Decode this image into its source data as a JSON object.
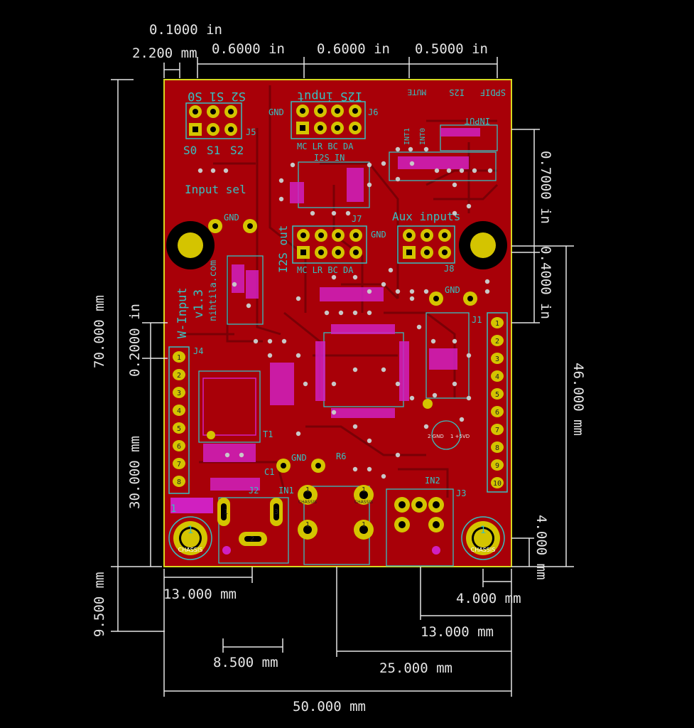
{
  "colors": {
    "background": "#000000",
    "board": "#a80008",
    "board_edge": "#d8d820",
    "pad": "#d4c400",
    "silk": "#38c0c0",
    "dim": "#e6e6e6",
    "via": "#c0c0c0",
    "pink": "#d020c0"
  },
  "dimensions": {
    "top_0_1": "0.1000 in",
    "top_2_2": "2.200 mm",
    "top_0_6a": "0.6000 in",
    "top_0_6b": "0.6000 in",
    "top_0_5": "0.5000 in",
    "left_70": "70.000 mm",
    "left_0_2": "0.2000 in",
    "left_30": "30.000 mm",
    "left_9_5": "9.500 mm",
    "right_0_7": "0.7000 in",
    "right_0_4": "0.4000 in",
    "right_46": "46.000 mm",
    "right_4": "4.000 mm",
    "bottom_13a": "13.000 mm",
    "bottom_4": "4.000 mm",
    "bottom_13b": "13.000 mm",
    "bottom_8_5": "8.500 mm",
    "bottom_25": "25.000 mm",
    "bottom_50": "50.000 mm"
  },
  "silkscreen": {
    "s2s1s0_mirror": "S2 S1 S0",
    "i2s_input_mirror": "I2S input",
    "mute_mirror": "MUTE",
    "i2s_mirror": "I2S",
    "spdif_mirror": "SPDIF",
    "input_mirror": "INPUT",
    "gnd_top": "GND",
    "j5": "J5",
    "j6": "J6",
    "int1": "INT1",
    "int0": "INT0",
    "s0": "S0",
    "s1": "S1",
    "s2": "S2",
    "j6_pins": "MC LR BC DA",
    "i2s_in": "I2S IN",
    "input_sel": "Input sel",
    "gnd_mid": "GND",
    "aux_inputs": "Aux inputs",
    "i2s_out": "I2S out",
    "gnd_j7": "GND",
    "j7": "J7",
    "j8": "J8",
    "j7_pins": "MC LR BC DA",
    "w_input": "W-Input",
    "version": "v1.3",
    "website": "nihtila.com",
    "gnd_j1": "GND",
    "j1": "J1",
    "j4": "J4",
    "t1": "T1",
    "c1": "C1",
    "gnd_bottom": "GND",
    "r6": "R6",
    "j2": "J2",
    "in1": "IN1",
    "in2": "IN2",
    "j3": "J3",
    "chassis_left": "CHASSIS",
    "chassis_right": "CHASSIS",
    "chassis_in1a": "CHASSIS",
    "chassis_in1b": "CHASSIS",
    "pin_one": "1"
  },
  "j4_pins": [
    "1",
    "2",
    "3",
    "4",
    "5",
    "6",
    "7",
    "8"
  ],
  "j1_pins": [
    "1",
    "2",
    "3",
    "4",
    "5",
    "6",
    "7",
    "8",
    "9",
    "10"
  ],
  "j2_pads": [
    "1",
    "2",
    "3"
  ],
  "in1_pads": [
    "1",
    "1",
    "1",
    "1"
  ],
  "mount_labels": [
    "1",
    "1"
  ],
  "cap_labels": {
    "gnd": "2 GND",
    "vdd": "1 +5VD"
  }
}
